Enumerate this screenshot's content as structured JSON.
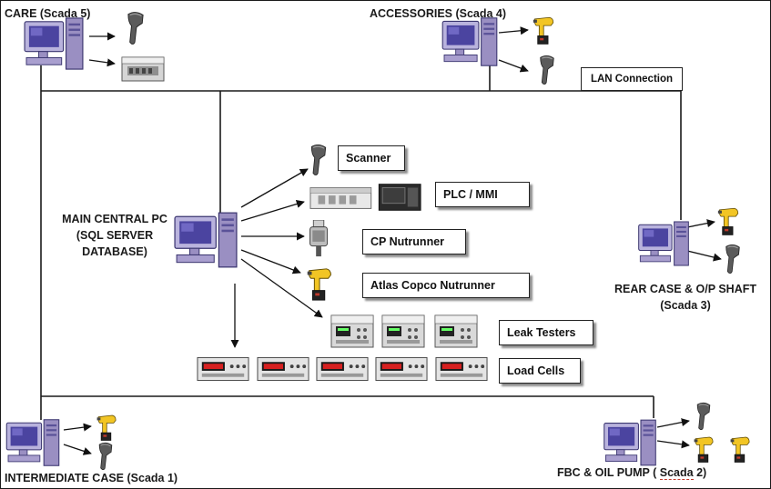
{
  "stations": {
    "care": "CARE (Scada 5)",
    "accessories": "ACCESSORIES  (Scada 4)",
    "rear_case_line1": "REAR CASE & O/P SHAFT",
    "rear_case_line2": "(Scada 3)",
    "intermediate_case": "INTERMEDIATE CASE (Scada 1)",
    "fbc_prefix": "FBC & OIL PUMP (  ",
    "fbc_scada": "Scada",
    "fbc_suffix": " 2)"
  },
  "central": {
    "line1": "MAIN CENTRAL PC",
    "line2": "(SQL SERVER",
    "line3": "DATABASE)"
  },
  "lan_label": "LAN Connection",
  "devices": {
    "scanner": "Scanner",
    "plc_mmi": "PLC / MMI",
    "cp_nutrunner": "CP Nutrunner",
    "atlas_copco": "Atlas Copco Nutrunner",
    "leak_testers": "Leak Testers",
    "load_cells": "Load Cells"
  }
}
